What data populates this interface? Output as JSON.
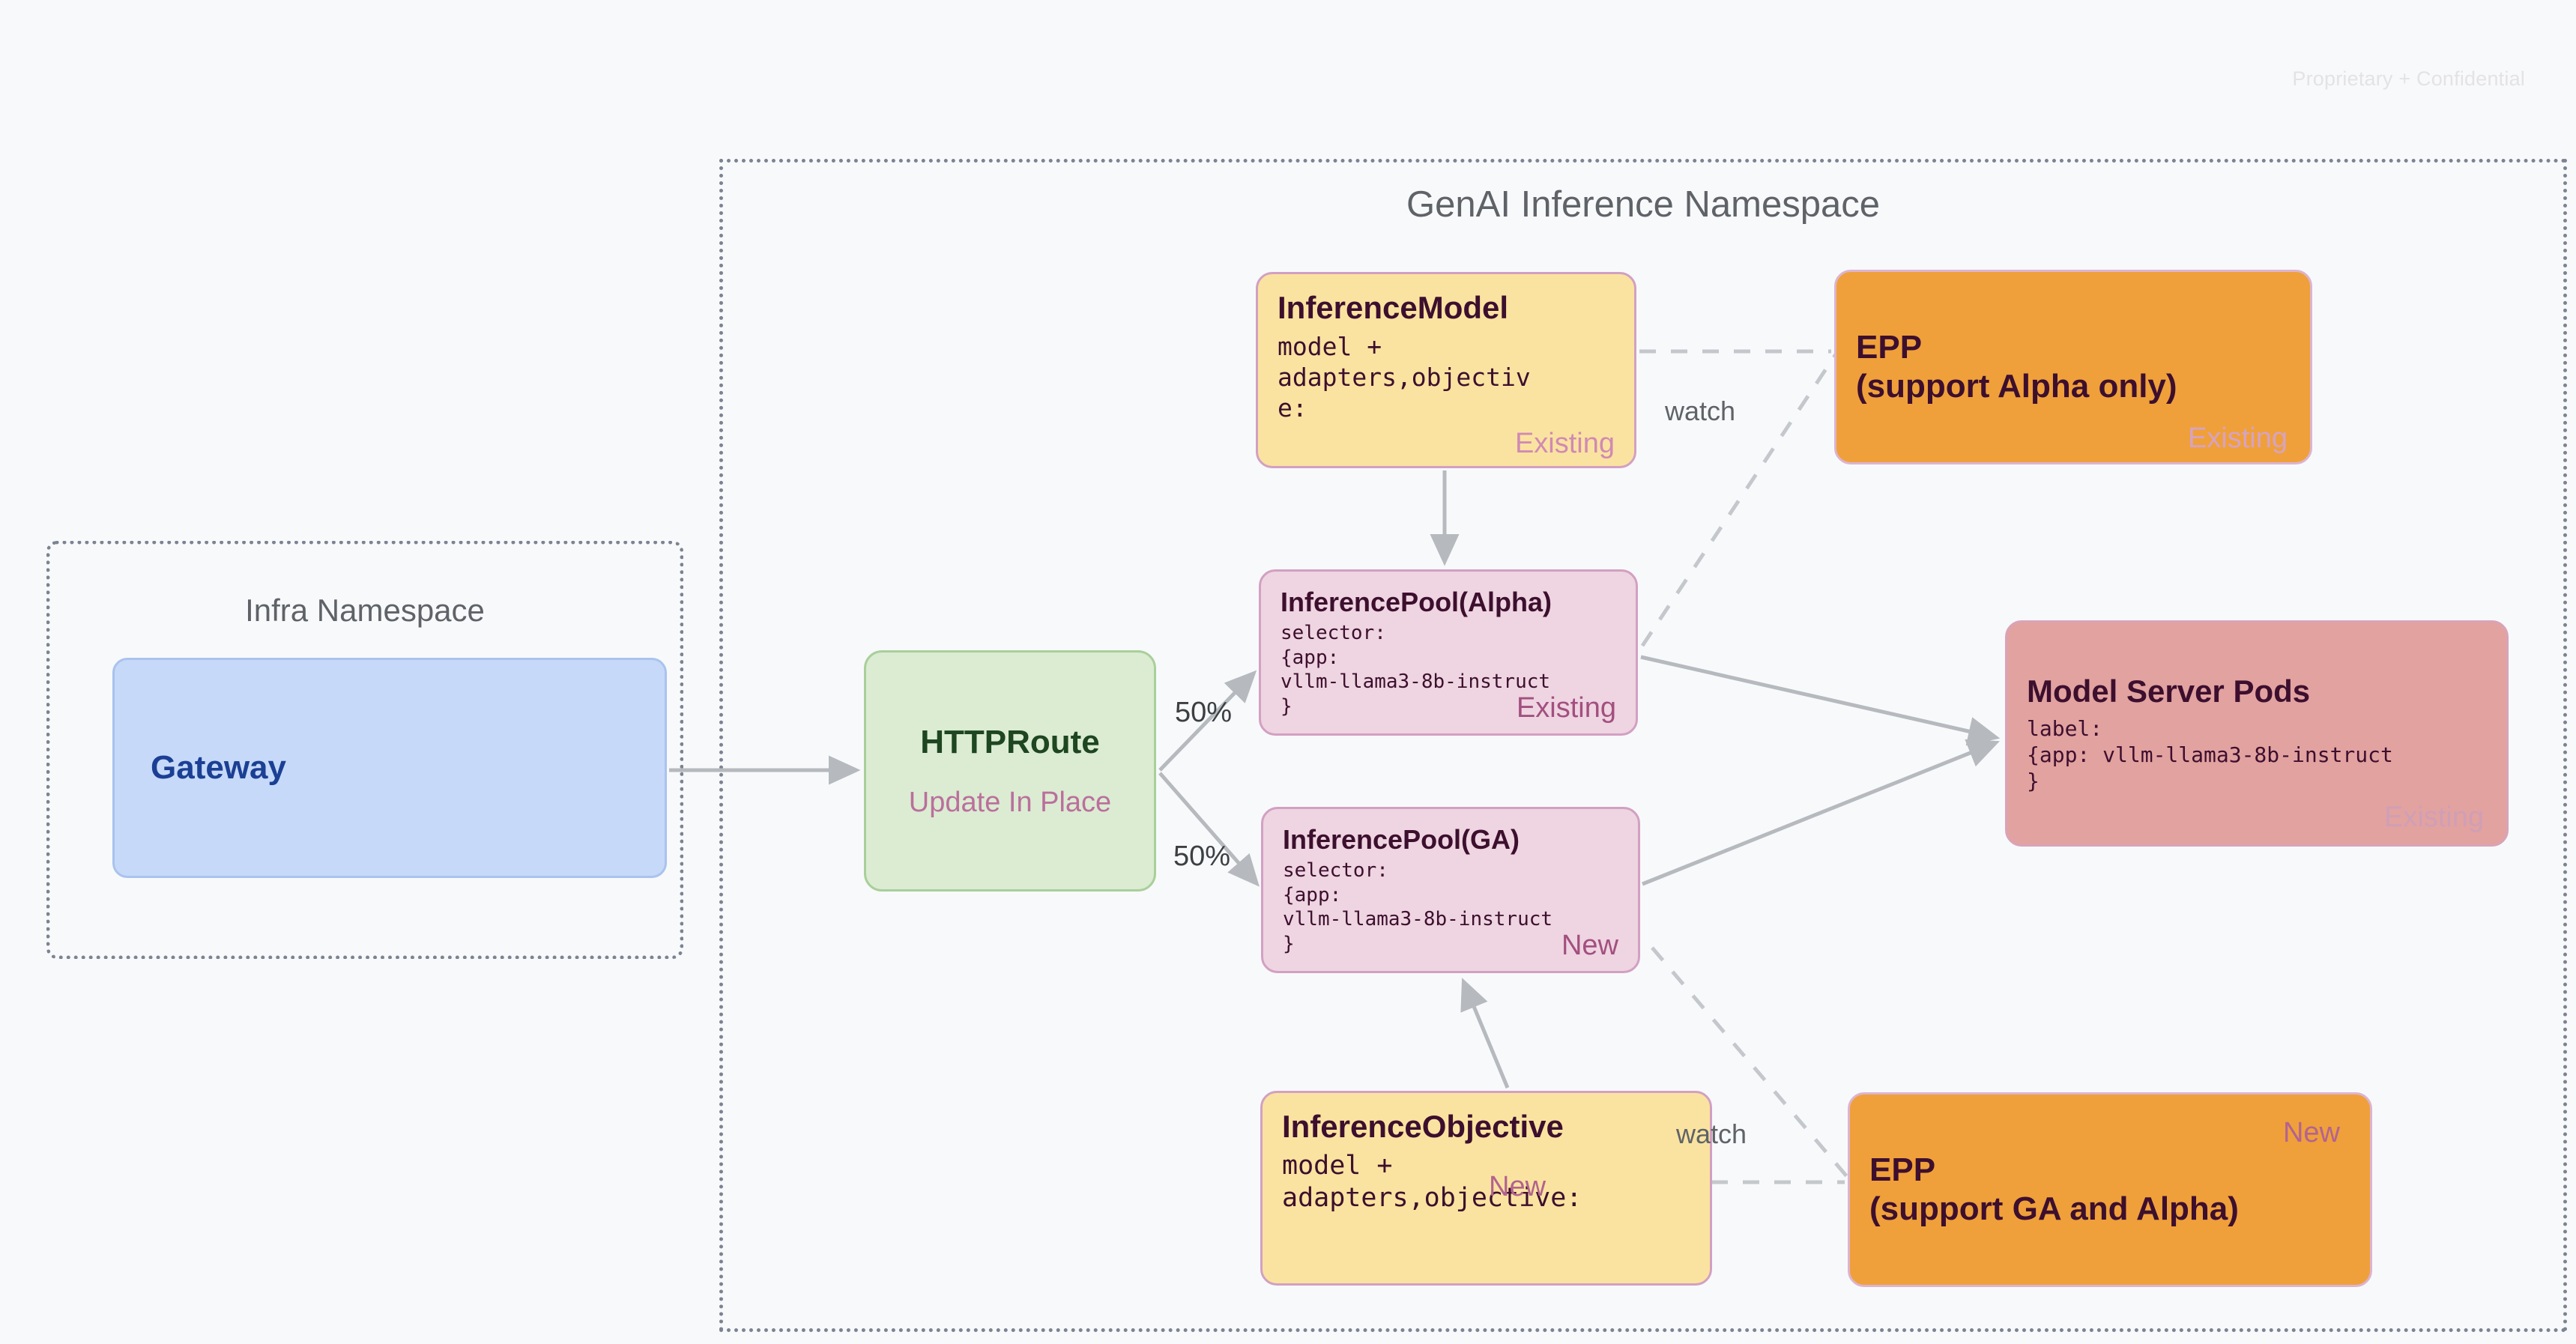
{
  "page": {
    "confidential_notice": "Proprietary + Confidential"
  },
  "namespaces": [
    {
      "id": "infra",
      "title": "Infra Namespace"
    },
    {
      "id": "genai",
      "title": "GenAI Inference Namespace"
    }
  ],
  "nodes": {
    "gateway": {
      "title": "Gateway"
    },
    "httproute": {
      "title": "HTTPRoute",
      "subtitle": "Update In Place"
    },
    "inference_model": {
      "title": "InferenceModel",
      "body": "model +\nadapters,objectiv\ne:",
      "badge": "Existing"
    },
    "inference_pool_alpha": {
      "title": "InferencePool(Alpha)",
      "body": "selector:\n{app:\nvllm-llama3-8b-instruct\n}",
      "badge": "Existing"
    },
    "inference_pool_ga": {
      "title": "InferencePool(GA)",
      "body": "selector:\n{app:\nvllm-llama3-8b-instruct\n}",
      "badge": "New"
    },
    "inference_objective": {
      "title": "InferenceObjective",
      "body": "model +\nadapters,objective:",
      "badge": "New"
    },
    "epp_alpha": {
      "title": "EPP\n(support Alpha only)",
      "badge": "Existing"
    },
    "epp_ga": {
      "title": "EPP\n(support GA and Alpha)",
      "badge": "New"
    },
    "model_server_pods": {
      "title": "Model Server Pods",
      "body": "label:\n{app: vllm-llama3-8b-instruct\n}",
      "badge": "Existing"
    }
  },
  "edges": {
    "split_top_label": "50%",
    "split_bottom_label": "50%",
    "watch_top_label": "watch",
    "watch_bottom_label": "watch"
  },
  "colors": {
    "canvas_bg": "#f8f9fb",
    "gateway_fill": "#c6d9f8",
    "gateway_text": "#1b3f94",
    "httproute_fill": "#dbecd2",
    "httproute_text": "#1e4620",
    "yellow_fill": "#fae3a0",
    "pink_fill": "#eed5e1",
    "orange_fill": "#f0a03a",
    "red_fill": "#e2a2a0",
    "node_border": "#d2a0c2",
    "dark_text": "#3d0f2e",
    "badge_existing": "#d08ab3",
    "badge_new": "#a34f80",
    "edge_line": "#b6b9bd",
    "namespace_border": "#7c8391",
    "muted_text": "#5f6368"
  }
}
